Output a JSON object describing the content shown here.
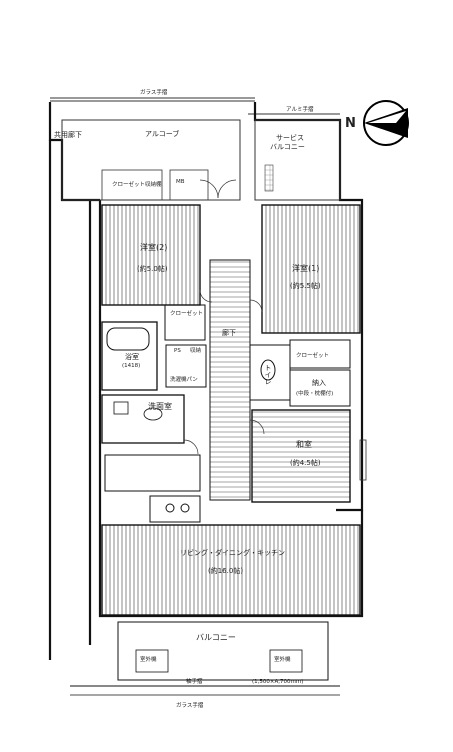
{
  "north": {
    "label": "N"
  },
  "labels": {
    "glass_railing_top": "ガラス手摺",
    "aluminum_railing_top": "アルミ手摺",
    "common_corridor": "共用廊下",
    "alcove": "アルコーブ",
    "service_balcony": "サービスバルコニー",
    "service_balcony_l1": "サービス",
    "service_balcony_l2": "バルコニー",
    "mb": "MB",
    "closet_shelf_top": "クローゼット収納棚",
    "western2_l1": "洋室(2)",
    "western2_l2": "(約5.0帖)",
    "western1_l1": "洋室(1)",
    "western1_l2": "(約5.5帖)",
    "closet1": "クローゼット",
    "closet2": "クローゼット",
    "corridor": "廊下",
    "ps": "PS",
    "wc_store": "収納",
    "bathroom_l1": "浴室",
    "bathroom_l2": "(1418)",
    "washroom": "洗面室",
    "laundry_pan": "洗濯機パン",
    "toilet": "トイレ",
    "storage": "納入",
    "storage_sub": "(中段・枕棚付)",
    "japanese_l1": "和室",
    "japanese_l2": "(約4.5帖)",
    "ldk_l1": "リビング・ダイニング・キッチン",
    "ldk_l2": "(約16.0帖)",
    "balcony": "バルコニー",
    "aircon_left": "室外機",
    "aircon_right": "室外機",
    "railing_bottom": "袖手摺",
    "bottom_note": "(1,500×A,700mm)",
    "glass_railing_bottom": "ガラス手摺"
  }
}
